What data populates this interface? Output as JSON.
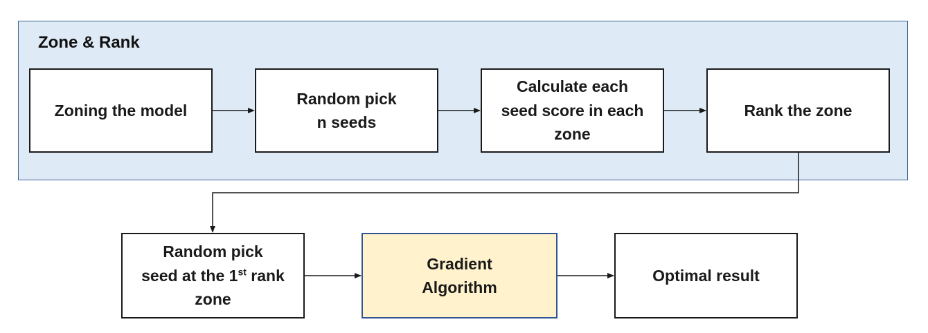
{
  "group": {
    "title": "Zone & Rank"
  },
  "steps": {
    "zoning": {
      "line1": "Zoning the model"
    },
    "random_pick": {
      "line1": "Random pick",
      "line2": "n seeds"
    },
    "calculate": {
      "line1": "Calculate each",
      "line2": "seed score in each",
      "line3": "zone"
    },
    "rank": {
      "line1": "Rank the zone"
    },
    "random_seed": {
      "line1": "Random pick",
      "line2_pre": "seed at the 1",
      "line2_sup": "st",
      "line2_post": " rank",
      "line3": "zone"
    },
    "gradient": {
      "line1": "Gradient",
      "line2": "Algorithm"
    },
    "optimal": {
      "line1": "Optimal result"
    }
  },
  "colors": {
    "group_fill": "#deebf7",
    "group_border": "#3d6494",
    "highlight_fill": "#fff2cc",
    "highlight_border": "#2f5597",
    "box_border": "#1a1a1a",
    "connector": "#1a1a1a"
  }
}
